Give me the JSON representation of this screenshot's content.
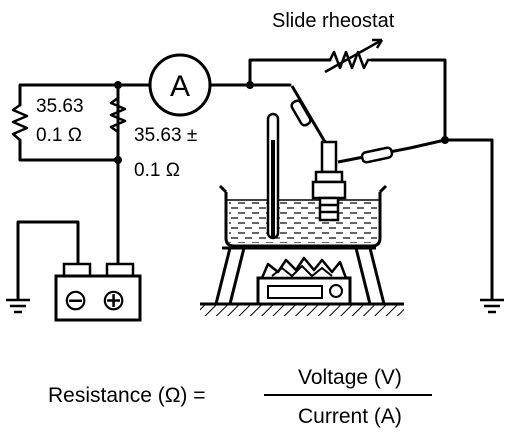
{
  "labels": {
    "slide_rheostat": "Slide rheostat",
    "ammeter": "A",
    "resistor_left_line1": "35.63",
    "resistor_left_line2": "0.1 Ω",
    "resistor_right_line1": "35.63 ±",
    "resistor_right_line2": "0.1 Ω",
    "battery_negative": "⊖",
    "battery_positive": "⊕"
  },
  "formula": {
    "lhs": "Resistance (Ω) =",
    "numerator": "Voltage (V)",
    "denominator": "Current (A)"
  }
}
